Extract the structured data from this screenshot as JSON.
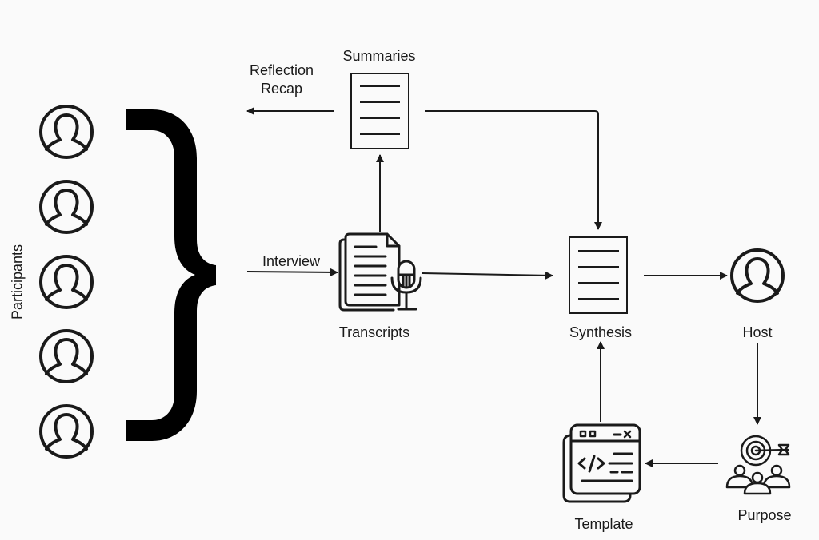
{
  "diagram": {
    "participants": {
      "label": "Participants",
      "count": 5,
      "icon": "user-circle-icon"
    },
    "nodes": {
      "summaries": {
        "label": "Summaries",
        "icon": "document-lines-icon"
      },
      "reflection_recap": {
        "label_line1": "Reflection",
        "label_line2": "Recap"
      },
      "interview": {
        "label": "Interview"
      },
      "transcripts": {
        "label": "Transcripts",
        "icon": "document-microphone-icon"
      },
      "synthesis": {
        "label": "Synthesis",
        "icon": "document-lines-icon"
      },
      "host": {
        "label": "Host",
        "icon": "user-circle-icon"
      },
      "template": {
        "label": "Template",
        "icon": "code-window-icon"
      },
      "purpose": {
        "label": "Purpose",
        "icon": "target-audience-icon"
      }
    },
    "edges": [
      {
        "from": "Participants",
        "to": "Transcripts",
        "label": "Interview"
      },
      {
        "from": "Transcripts",
        "to": "Summaries",
        "label": ""
      },
      {
        "from": "Summaries",
        "to": "Reflection Recap",
        "label": ""
      },
      {
        "from": "Summaries",
        "to": "Synthesis",
        "label": ""
      },
      {
        "from": "Transcripts",
        "to": "Synthesis",
        "label": ""
      },
      {
        "from": "Synthesis",
        "to": "Host",
        "label": ""
      },
      {
        "from": "Host",
        "to": "Purpose",
        "label": ""
      },
      {
        "from": "Purpose",
        "to": "Template",
        "label": ""
      },
      {
        "from": "Template",
        "to": "Synthesis",
        "label": ""
      }
    ]
  }
}
